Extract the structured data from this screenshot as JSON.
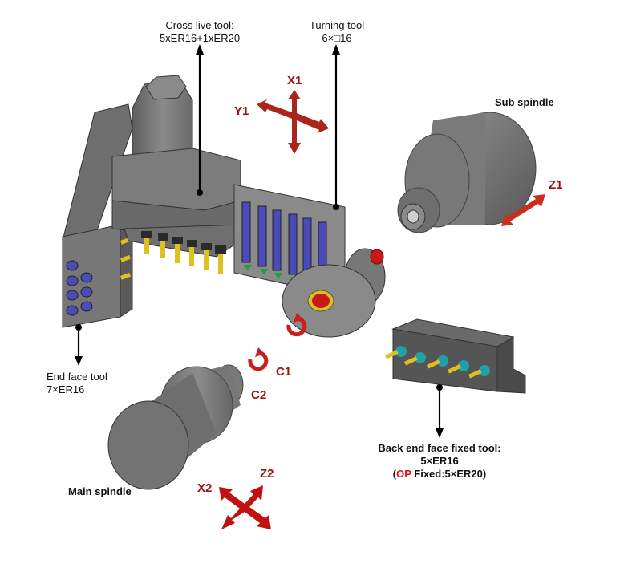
{
  "title": "Machine tool layout",
  "labels": {
    "cross_live_tool": {
      "line1": "Cross live tool:",
      "line2": "5xER16+1xER20"
    },
    "turning_tool": {
      "line1": "Turning tool",
      "line2": "6×□16"
    },
    "sub_spindle": "Sub spindle",
    "end_face_tool": {
      "line1": "End face tool",
      "line2": "7×ER16"
    },
    "main_spindle": "Main spindle",
    "back_end_face_fixed_tool": {
      "line1": "Back end face fixed tool:",
      "line2": "5×ER16",
      "line3_open": "(",
      "line3_op": "OP",
      "line3_rest": " Fixed:5×ER20)"
    }
  },
  "axes": {
    "x1": "X1",
    "y1": "Y1",
    "z1": "Z1",
    "c1": "C1",
    "c2": "C2",
    "x2": "X2",
    "z2": "Z2"
  },
  "colors": {
    "axis_text": "#a01010",
    "arrow": "#c0281c",
    "arrow_dark": "#9c1a12",
    "op_red": "#e01010",
    "metal": "#7a7a7a",
    "tool_blue": "#4a4ab8",
    "drill_gold": "#e0c020",
    "insert_green": "#20a040",
    "collet_teal": "#20a0a8"
  }
}
